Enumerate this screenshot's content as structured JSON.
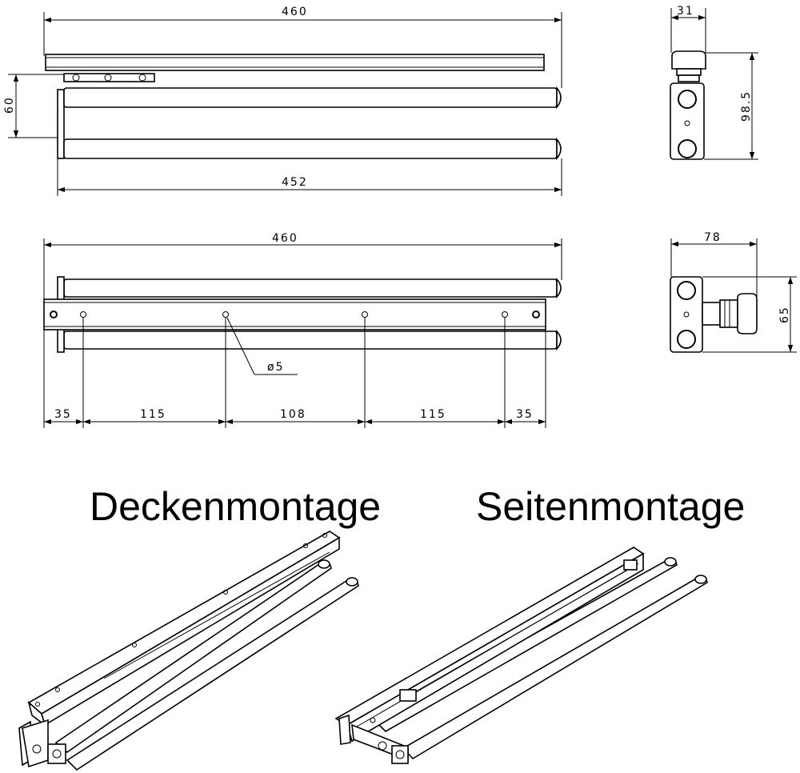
{
  "dimensions": {
    "side_total_length": "460",
    "side_height": "60",
    "side_rod_length": "452",
    "end_width": "31",
    "end_height": "98.5",
    "top_total_length": "460",
    "hole_diameter": "ø5",
    "spacing_1": "35",
    "spacing_2": "115",
    "spacing_3": "108",
    "spacing_4": "115",
    "spacing_5": "35",
    "end2_width": "78",
    "end2_height": "65"
  },
  "captions": {
    "ceiling_mount": "Deckenmontage",
    "side_mount": "Seitenmontage"
  }
}
